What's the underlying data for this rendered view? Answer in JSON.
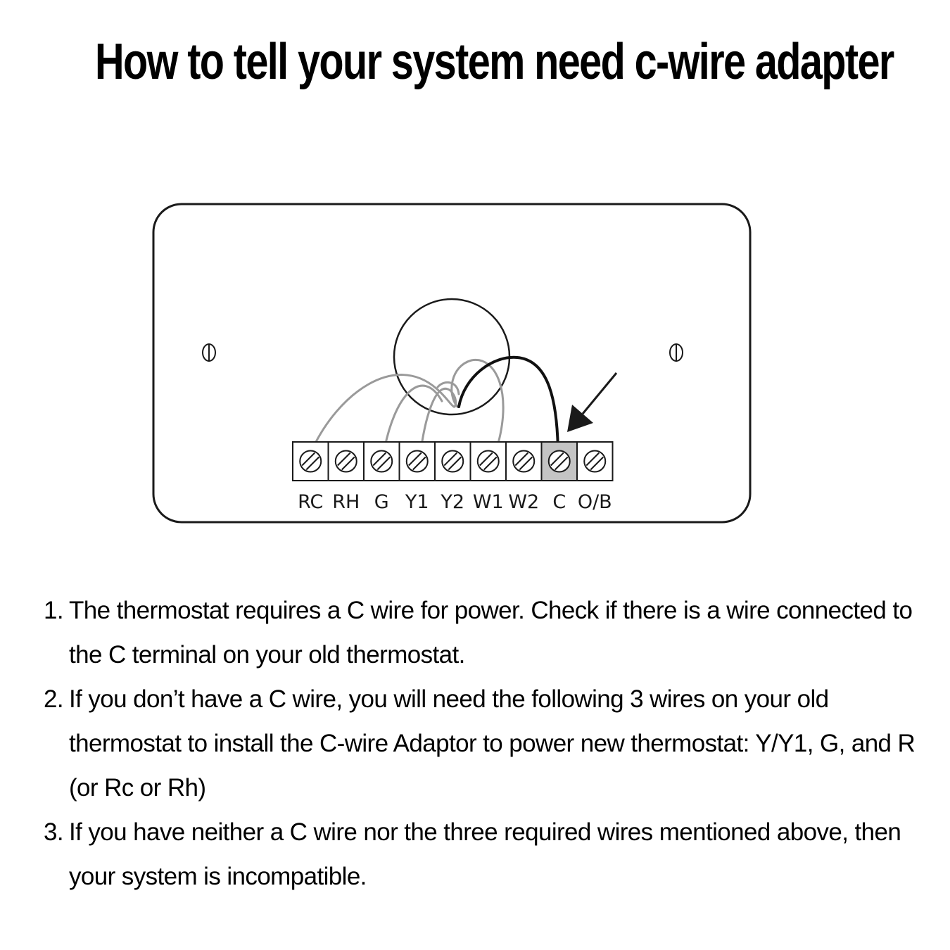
{
  "title": "How to tell your system need c-wire adapter",
  "diagram": {
    "terminals": [
      "RC",
      "RH",
      "G",
      "Y1",
      "Y2",
      "W1",
      "W2",
      "C",
      "O/B"
    ],
    "highlighted_terminal": "C",
    "colors": {
      "outline": "#1a1a1a",
      "gray_wire": "#9a9a9a",
      "black_wire": "#111111",
      "highlight_fill": "#c4c4c4"
    }
  },
  "instructions": [
    {
      "number": "1.",
      "text": "The thermostat requires a C wire for power. Check if there is a wire connected to the C terminal on your old thermostat."
    },
    {
      "number": "2.",
      "text": "If you don’t have a C wire, you will need the following 3 wires on your old thermostat to install the C-wire Adaptor to power new thermostat: Y/Y1, G, and R (or Rc or Rh)"
    },
    {
      "number": "3.",
      "text": "If you have neither a C wire nor the three required wires mentioned above, then your system is incompatible."
    }
  ]
}
